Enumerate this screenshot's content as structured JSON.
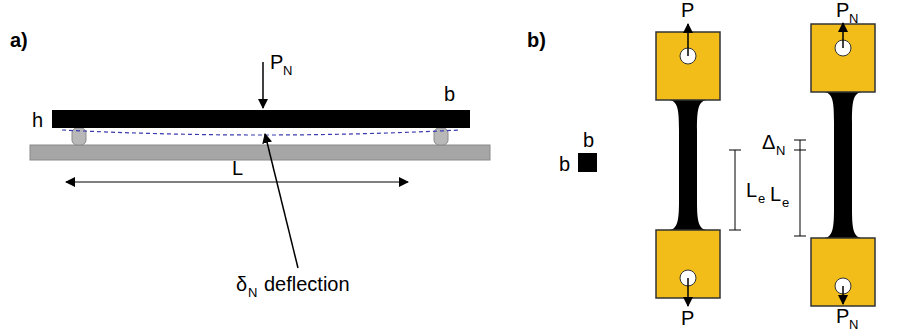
{
  "diagram": {
    "labels": [
      "a)",
      "P",
      "N",
      "h",
      "b",
      "L",
      "δ",
      "N",
      "deflection",
      "b)",
      "b",
      "b",
      "P",
      "L",
      "e",
      "P",
      "P",
      "N",
      "Δ",
      "N",
      "L",
      "e",
      "P",
      "N"
    ]
  }
}
